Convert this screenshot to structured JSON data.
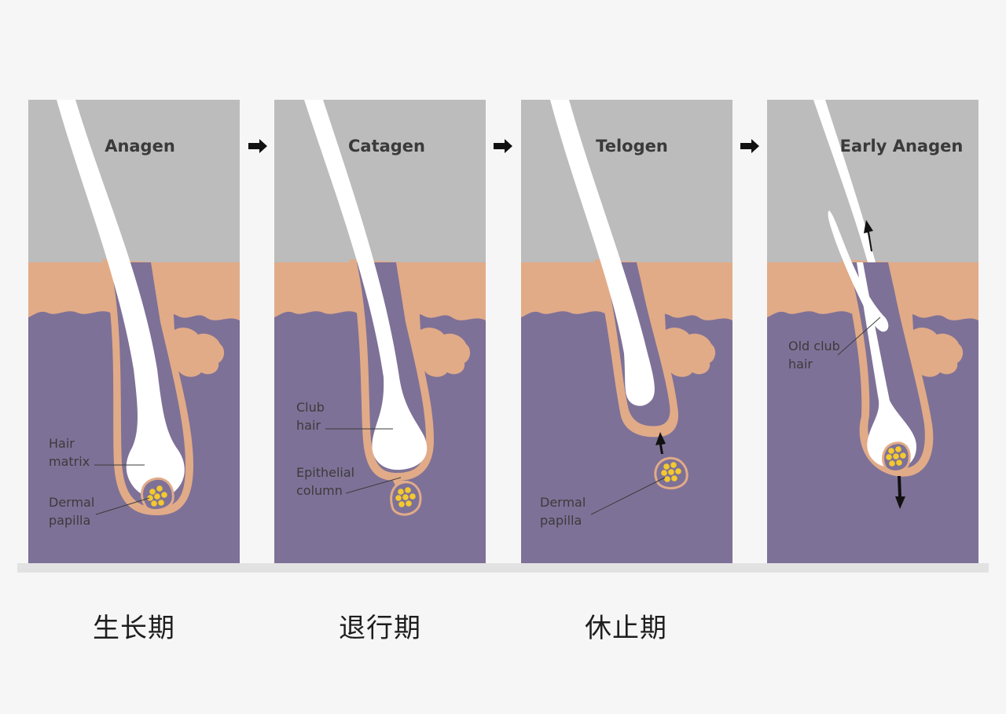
{
  "colors": {
    "background": "#f6f6f6",
    "sky": "#bcbcbc",
    "epidermis": "#e1ab88",
    "dermis": "#7e7197",
    "hair": "#ffffff",
    "papilla_cells": "#f4c92e",
    "baseline": "#e2e2e2"
  },
  "panels": [
    {
      "title": "Anagen",
      "labels": [
        {
          "line1": "Hair",
          "line2": "matrix"
        },
        {
          "line1": "Dermal",
          "line2": "papilla"
        }
      ]
    },
    {
      "title": "Catagen",
      "labels": [
        {
          "line1": "Club",
          "line2": "hair"
        },
        {
          "line1": "Epithelial",
          "line2": "column"
        }
      ]
    },
    {
      "title": "Telogen",
      "labels": [
        {
          "line1": "Dermal",
          "line2": "papilla"
        }
      ]
    },
    {
      "title": "Early Anagen",
      "labels": [
        {
          "line1": "Old club",
          "line2": "hair"
        }
      ]
    }
  ],
  "arrow_icon": "right-arrow-icon",
  "captions": [
    "生长期",
    "退行期",
    "休止期"
  ]
}
